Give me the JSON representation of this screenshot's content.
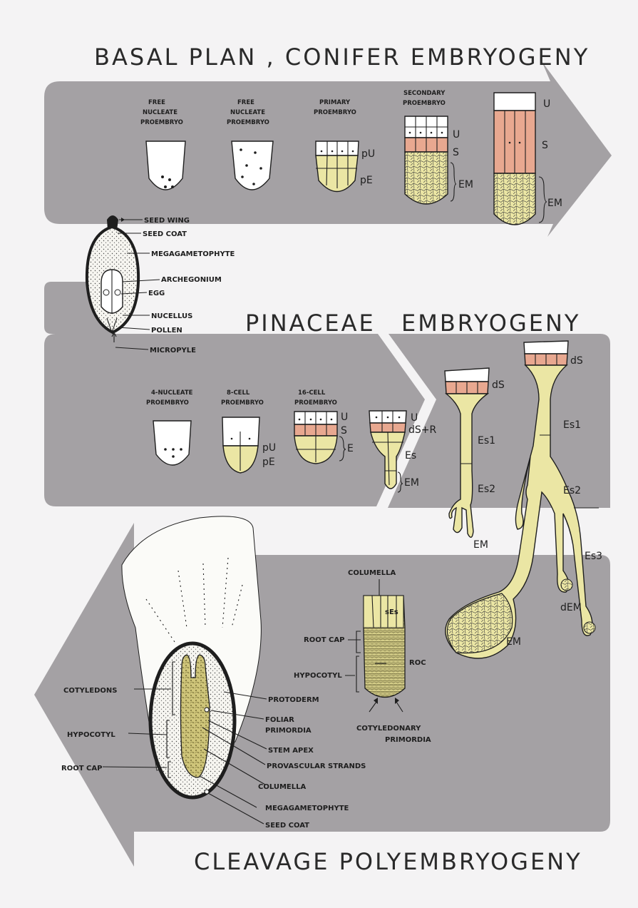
{
  "titles": {
    "top": "BASAL PLAN , CONIFER EMBRYOGENY",
    "middle_left": "PINACEAE",
    "middle_right": "EMBRYOGENY",
    "bottom": "CLEAVAGE POLYEMBRYOGENY"
  },
  "basal": {
    "stage1": [
      "FREE",
      "NUCLEATE",
      "PROEMBRYO"
    ],
    "stage2": [
      "FREE",
      "NUCLEATE",
      "PROEMBRYO"
    ],
    "stage3": [
      "PRIMARY",
      "PROEMBRYO"
    ],
    "stage4": [
      "SECONDARY",
      "PROEMBRYO"
    ],
    "pU": "pU",
    "pE": "pE",
    "U": "U",
    "S": "S",
    "EM": "EM"
  },
  "seed": {
    "labels": [
      "SEED WING",
      "SEED COAT",
      "MEGAGAMETOPHYTE",
      "ARCHEGONIUM",
      "EGG",
      "NUCELLUS",
      "POLLEN",
      "MICROPYLE"
    ]
  },
  "pinaceae": {
    "stage1": [
      "4-NUCLEATE",
      "PROEMBRYO"
    ],
    "stage2": [
      "8-CELL",
      "PROEMBRYO"
    ],
    "stage3": [
      "16-CELL",
      "PROEMBRYO"
    ],
    "pU": "pU",
    "pE": "pE",
    "U": "U",
    "S": "S",
    "E": "E",
    "dSR": "dS+R",
    "Es": "Es",
    "EM": "EM",
    "dS": "dS",
    "Es1": "Es1",
    "Es2": "Es2",
    "Es3": "Es3",
    "dEM": "dEM"
  },
  "mature": {
    "left_labels": [
      "COTYLEDONS",
      "HYPOCOTYL",
      "ROOT CAP"
    ],
    "right_labels": [
      "PROTODERM",
      "FOLIAR",
      "PRIMORDIA",
      "STEM APEX",
      "PROVASCULAR STRANDS",
      "COLUMELLA",
      "MEGAGAMETOPHYTE",
      "SEED COAT"
    ]
  },
  "rootcap": {
    "top": "COLUMELLA",
    "sEs": "sEs",
    "root_cap": "ROOT CAP",
    "roc": "ROC",
    "hypocotyl": "HYPOCOTYL",
    "bottom1": "COTYLEDONARY",
    "bottom2": "PRIMORDIA"
  },
  "colors": {
    "band": "#a4a1a4",
    "suspensor": "#e8a890",
    "embryo": "#ebe6a4",
    "tissue": "#c9c07a"
  }
}
